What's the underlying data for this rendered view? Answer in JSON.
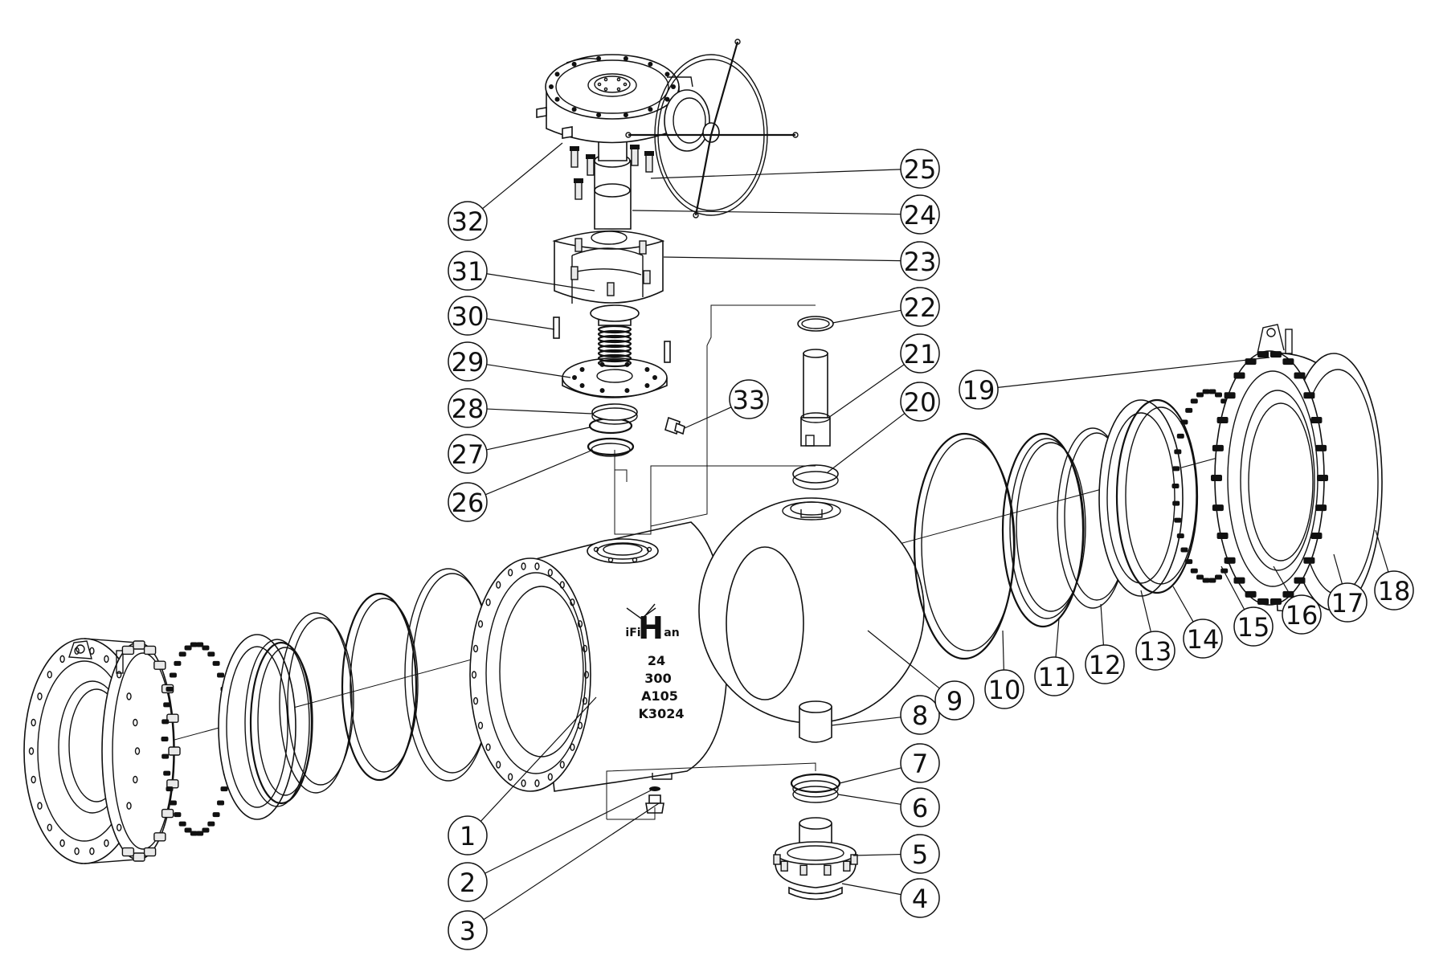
{
  "body_marking": {
    "logo_left": "iFi",
    "logo_center": "H",
    "logo_right": "an",
    "line1": "24",
    "line2": "300",
    "line3": "A105",
    "line4": "K3024"
  },
  "callouts": [
    {
      "id": "1",
      "label": "1"
    },
    {
      "id": "2",
      "label": "2"
    },
    {
      "id": "3",
      "label": "3"
    },
    {
      "id": "4",
      "label": "4"
    },
    {
      "id": "5",
      "label": "5"
    },
    {
      "id": "6",
      "label": "6"
    },
    {
      "id": "7",
      "label": "7"
    },
    {
      "id": "8",
      "label": "8"
    },
    {
      "id": "9",
      "label": "9"
    },
    {
      "id": "10",
      "label": "10"
    },
    {
      "id": "11",
      "label": "11"
    },
    {
      "id": "12",
      "label": "12"
    },
    {
      "id": "13",
      "label": "13"
    },
    {
      "id": "14",
      "label": "14"
    },
    {
      "id": "15",
      "label": "15"
    },
    {
      "id": "16",
      "label": "16"
    },
    {
      "id": "17",
      "label": "17"
    },
    {
      "id": "18",
      "label": "18"
    },
    {
      "id": "19",
      "label": "19"
    },
    {
      "id": "20",
      "label": "20"
    },
    {
      "id": "21",
      "label": "21"
    },
    {
      "id": "22",
      "label": "22"
    },
    {
      "id": "23",
      "label": "23"
    },
    {
      "id": "24",
      "label": "24"
    },
    {
      "id": "25",
      "label": "25"
    },
    {
      "id": "26",
      "label": "26"
    },
    {
      "id": "27",
      "label": "27"
    },
    {
      "id": "28",
      "label": "28"
    },
    {
      "id": "29",
      "label": "29"
    },
    {
      "id": "30",
      "label": "30"
    },
    {
      "id": "31",
      "label": "31"
    },
    {
      "id": "32",
      "label": "32"
    },
    {
      "id": "33",
      "label": "33"
    }
  ]
}
